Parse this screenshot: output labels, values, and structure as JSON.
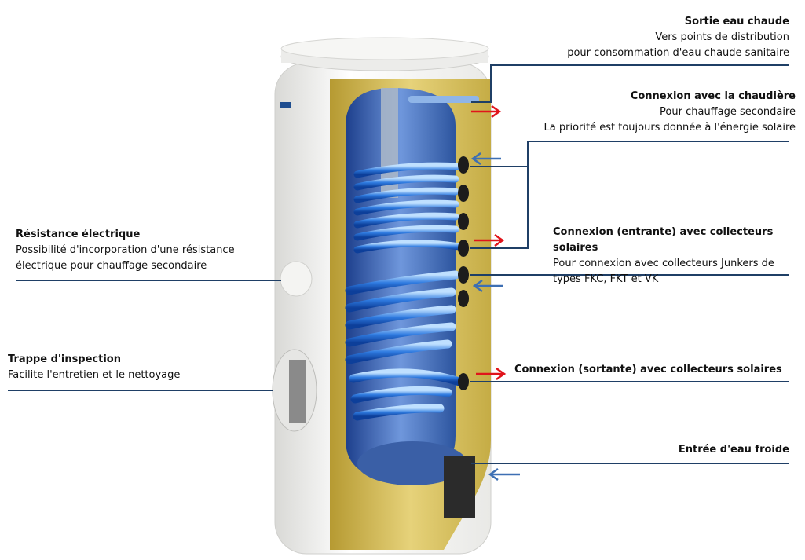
{
  "labels": {
    "hot_water_out": {
      "title": "Sortie eau chaude",
      "lines": [
        "Vers points de distribution",
        "pour consommation d'eau chaude sanitaire"
      ]
    },
    "boiler_connection": {
      "title": "Connexion avec la chaudière",
      "lines": [
        "Pour chauffage secondaire",
        "La priorité est toujours donnée à l'énergie solaire"
      ]
    },
    "solar_inlet": {
      "title": "Connexion (entrante) avec collecteurs solaires",
      "lines": [
        "Pour connexion avec collecteurs Junkers de",
        "types FKC, FKT et VK"
      ]
    },
    "solar_outlet": {
      "title": "Connexion (sortante) avec collecteurs solaires"
    },
    "cold_water_in": {
      "title": "Entrée d'eau froide"
    },
    "electric_resistance": {
      "title": "Résistance électrique",
      "lines": [
        "Possibilité d'incorporation d'une résistance",
        "électrique pour chauffage secondaire"
      ]
    },
    "inspection_hatch": {
      "title": "Trappe d'inspection",
      "lines": [
        "Facilite l'entretien et le nettoyage"
      ]
    }
  },
  "colors": {
    "leader_line": "#1f3f66",
    "hot_arrow": "#e0141b",
    "cold_arrow": "#3d6fb3",
    "insulation": "#d8c25a",
    "water": "#4a78c8",
    "shell": "#f2f2f0"
  }
}
